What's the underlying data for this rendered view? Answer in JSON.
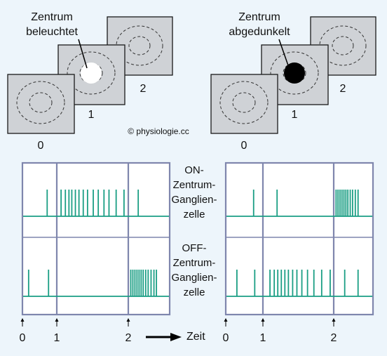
{
  "colors": {
    "background": "#edf5fb",
    "card": "#cfd2d6",
    "card_border": "#1a1a1a",
    "frame": "#7f86ad",
    "spike": "#1a9e84",
    "lit_center": "#ffffff",
    "dark_center": "#000000"
  },
  "stimulus": {
    "left_caption": [
      "Zentrum",
      "beleuchtet"
    ],
    "right_caption": [
      "Zentrum",
      "abgedunkelt"
    ],
    "card_labels": [
      "0",
      "1",
      "2"
    ],
    "copyright": "© physiologie.cc"
  },
  "cell_labels": {
    "on": [
      "ON-",
      "Zentrum-",
      "Ganglien-",
      "zelle"
    ],
    "off": [
      "OFF-",
      "Zentrum-",
      "Ganglien-",
      "zelle"
    ]
  },
  "time_axis": {
    "ticks": [
      "0",
      "1",
      "2"
    ],
    "label": "Zeit"
  },
  "chart_data": [
    {
      "type": "spike-raster",
      "stimulus": "Zentrum beleuchtet",
      "cell": "ON-Zentrum-Ganglienzelle",
      "phase_boundaries": [
        1,
        2
      ],
      "spikes": [
        0.72,
        1.06,
        1.12,
        1.17,
        1.21,
        1.26,
        1.31,
        1.37,
        1.43,
        1.51,
        1.58,
        1.66,
        1.73,
        1.83,
        1.94,
        2.24
      ]
    },
    {
      "type": "spike-raster",
      "stimulus": "Zentrum beleuchtet",
      "cell": "OFF-Zentrum-Ganglienzelle",
      "phase_boundaries": [
        1,
        2
      ],
      "spikes": [
        0.18,
        0.76,
        2.06,
        2.11,
        2.16,
        2.21,
        2.26,
        2.31,
        2.36,
        2.42,
        2.48,
        2.55,
        2.62,
        2.68
      ]
    },
    {
      "type": "spike-raster",
      "stimulus": "Zentrum abgedunkelt",
      "cell": "ON-Zentrum-Ganglienzelle",
      "phase_boundaries": [
        1,
        2
      ],
      "spikes": [
        0.75,
        1.2,
        2.06,
        2.11,
        2.16,
        2.21,
        2.26,
        2.31,
        2.36,
        2.42,
        2.48,
        2.55,
        2.62
      ]
    },
    {
      "type": "spike-raster",
      "stimulus": "Zentrum abgedunkelt",
      "cell": "OFF-Zentrum-Ganglienzelle",
      "phase_boundaries": [
        1,
        2
      ],
      "spikes": [
        0.3,
        0.78,
        1.1,
        1.16,
        1.21,
        1.26,
        1.31,
        1.36,
        1.42,
        1.48,
        1.55,
        1.63,
        1.72,
        1.83,
        1.95,
        2.28,
        2.62
      ]
    }
  ]
}
